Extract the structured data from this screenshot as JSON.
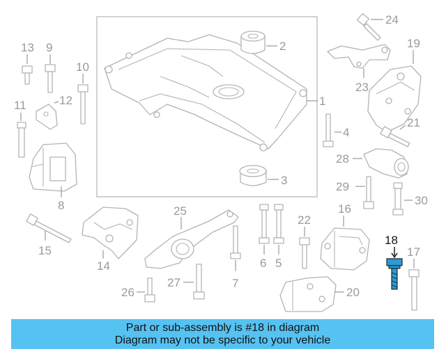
{
  "banner": {
    "line1": "Part or sub-assembly is #18 in diagram",
    "line2": "Diagram may not be specific to your vehicle",
    "background": "#56c2f2"
  },
  "highlight_color": "#2c9ad6",
  "callouts": {
    "c1": "1",
    "c2": "2",
    "c3": "3",
    "c4": "4",
    "c5": "5",
    "c6": "6",
    "c7": "7",
    "c8": "8",
    "c9": "9",
    "c10": "10",
    "c11": "11",
    "c12": "12",
    "c13": "13",
    "c14": "14",
    "c15": "15",
    "c16": "16",
    "c17": "17",
    "c18": "18",
    "c19": "19",
    "c20": "20",
    "c21": "21",
    "c22": "22",
    "c23": "23",
    "c24": "24",
    "c25": "25",
    "c26": "26",
    "c27": "27",
    "c28": "28",
    "c29": "29",
    "c30": "30"
  }
}
